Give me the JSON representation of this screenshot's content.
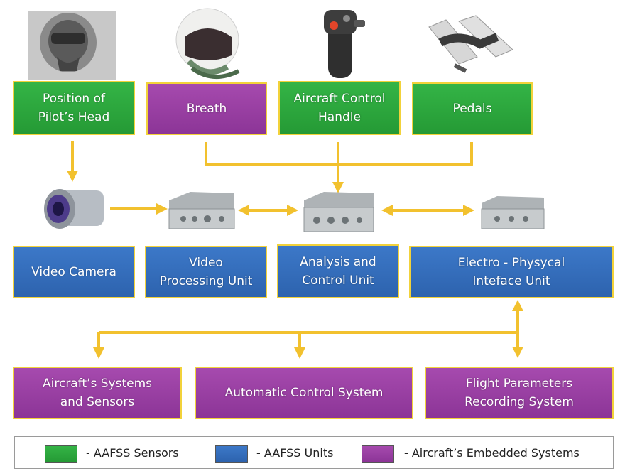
{
  "colors": {
    "sensors": "#2ea63e",
    "units": "#3570bd",
    "embedded": "#9b3fa3",
    "arrows": "#f2c12e",
    "box_border": "#f2d23a"
  },
  "sensors": [
    {
      "label": "Position of\nPilot’s Head",
      "icon": "pilot-head-photo"
    },
    {
      "label": "Breath",
      "icon": "pilot-helmet-photo"
    },
    {
      "label": "Aircraft Control\nHandle",
      "icon": "control-stick-photo"
    },
    {
      "label": "Pedals",
      "icon": "pedals-photo"
    }
  ],
  "units": [
    {
      "label": "Video Camera",
      "icon": "video-camera-photo"
    },
    {
      "label": "Video\nProcessing Unit",
      "icon": "hardware-unit-photo"
    },
    {
      "label": "Analysis and\nControl Unit",
      "icon": "hardware-unit-photo"
    },
    {
      "label": "Electro - Physycal\nInteface Unit",
      "icon": "hardware-unit-photo"
    }
  ],
  "systems": [
    {
      "label": "Aircraft’s Systems\nand Sensors"
    },
    {
      "label": "Automatic Control System"
    },
    {
      "label": "Flight Parameters\nRecording System"
    }
  ],
  "legend": [
    {
      "label": "- AAFSS Sensors",
      "color": "#2ea63e"
    },
    {
      "label": "- AAFSS Units",
      "color": "#3570bd"
    },
    {
      "label": "- Aircraft’s Embedded Systems",
      "color": "#9b3fa3"
    }
  ]
}
